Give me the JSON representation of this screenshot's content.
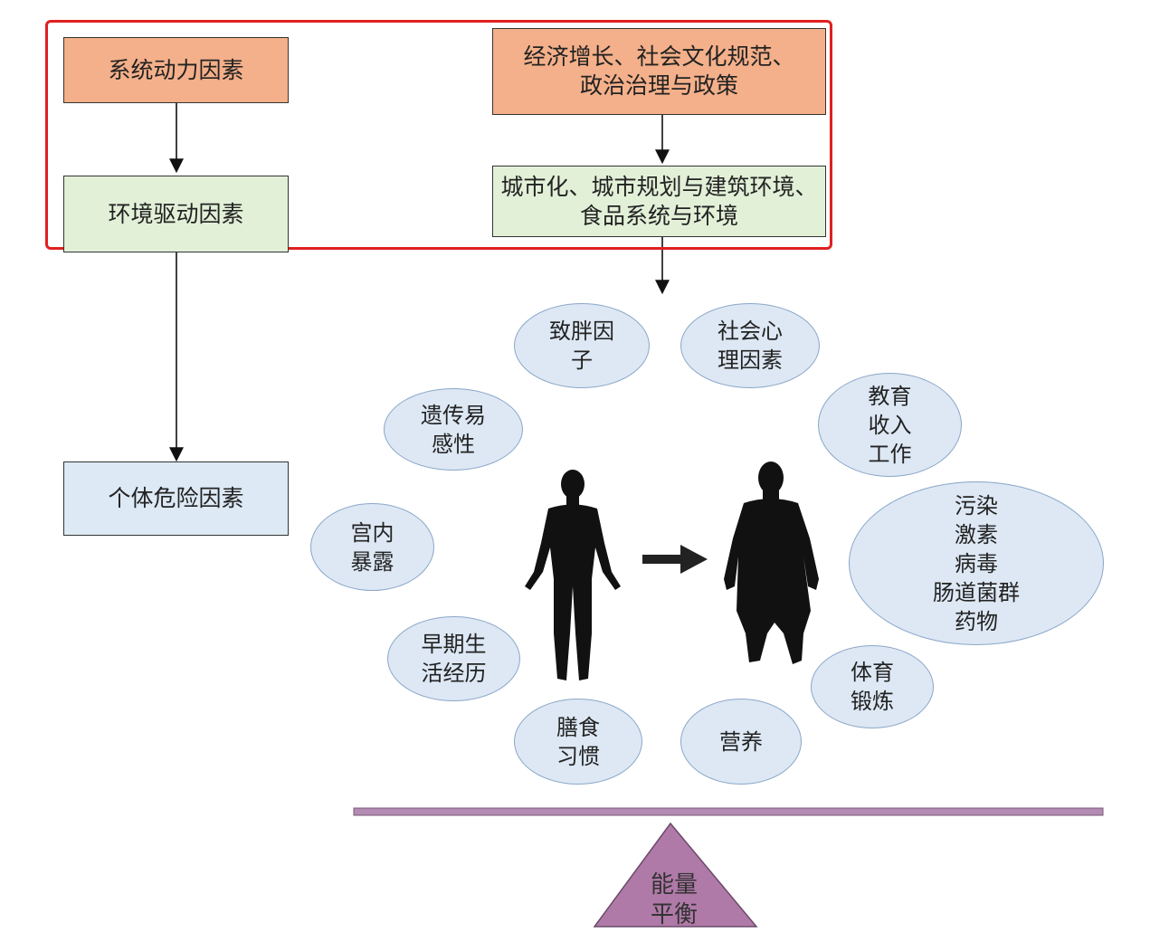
{
  "left_chain": {
    "systemic": "系统动力因素",
    "environmental": "环境驱动因素",
    "individual": "个体危险因素"
  },
  "right_chain": {
    "top_line1": "经济增长、社会文化规范、",
    "top_line2": "政治治理与政策",
    "mid_line1": "城市化、城市规划与建筑环境、",
    "mid_line2": "食品系统与环境"
  },
  "factors": {
    "obesogenic": [
      "致胖因",
      "子"
    ],
    "psychosocial": [
      "社会心",
      "理因素"
    ],
    "education": [
      "教育",
      "收入",
      "工作"
    ],
    "genetic": [
      "遗传易",
      "感性"
    ],
    "pollution": [
      "污染",
      "激素",
      "病毒",
      "肠道菌群",
      "药物"
    ],
    "intrauterine": [
      "宫内",
      "暴露"
    ],
    "early_life": [
      "早期生",
      "活经历"
    ],
    "exercise": [
      "体育",
      "锻炼"
    ],
    "diet": [
      "膳食",
      "习惯"
    ],
    "nutrition": [
      "营养"
    ]
  },
  "balance": [
    "能量",
    "平衡"
  ],
  "colors": {
    "orange_box": "#f4b08a",
    "green_box": "#e2f0d8",
    "blue_box": "#dde9f5",
    "ellipse_fill": "#dde8f4",
    "highlight_border": "#e02020",
    "balance_beam": "#b48bb3",
    "balance_triangle": "#b07aa8"
  }
}
